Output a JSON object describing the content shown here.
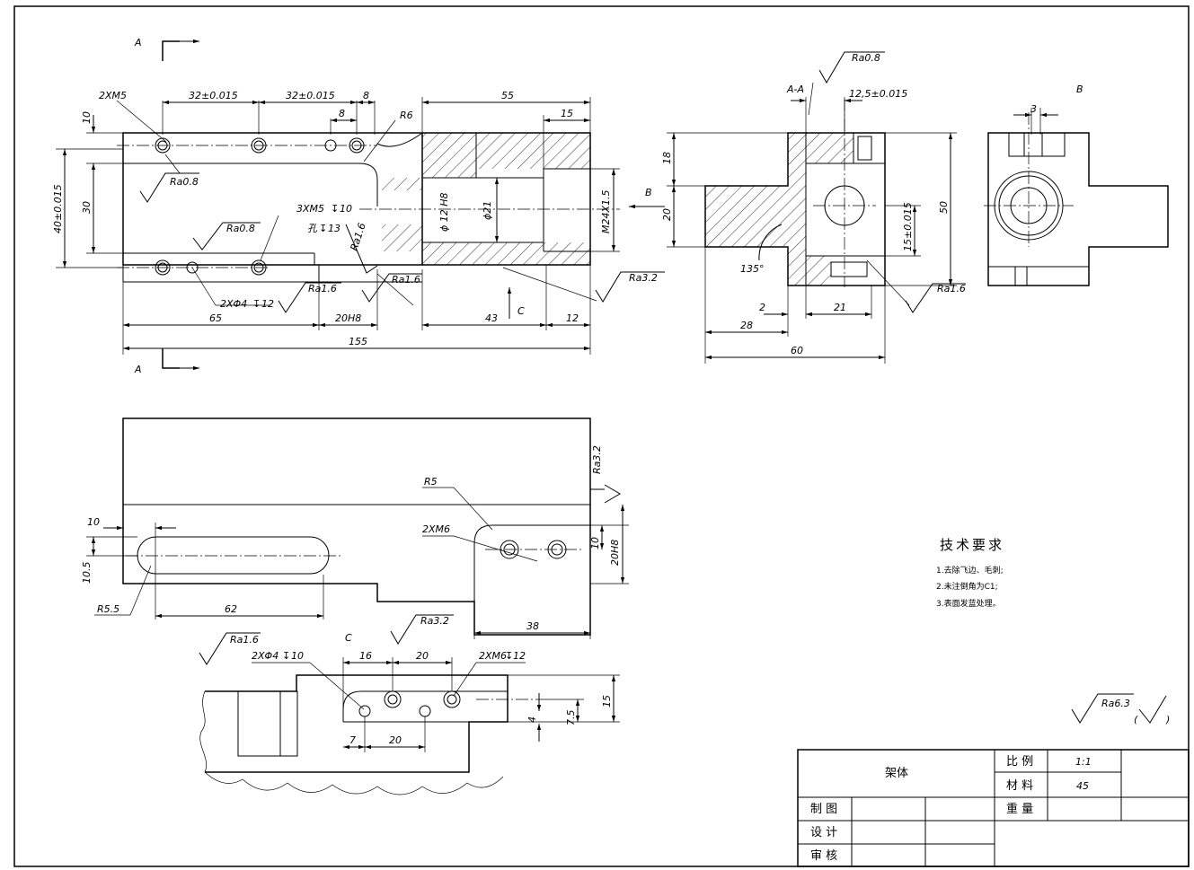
{
  "section_marks": {
    "top": "A",
    "bottom": "A",
    "view_b": "B",
    "section_aa": "A-A",
    "arrow_b": "B",
    "arrow_c": "C",
    "view_c": "C"
  },
  "front_view": {
    "holes_label": "2XM5",
    "dim_32a": "32±0.015",
    "dim_32b": "32±0.015",
    "dim_8a": "8",
    "dim_8b": "8",
    "radius": "R6",
    "dim_55": "55",
    "dim_15": "15",
    "dim_10": "10",
    "dim_40": "40±0.015",
    "dim_30": "30",
    "ra08a": "Ra0.8",
    "ra08b": "Ra0.8",
    "thread_label": "3XM5",
    "thread_depth": "10",
    "hole_label": "孔",
    "hole_depth": "13",
    "ra16v": "Ra1.6",
    "dia12": "ϕ 12 H8",
    "dia21": "ϕ21",
    "thread_m24": "M24X1.5",
    "ra16a": "Ra1.6",
    "ra16b": "Ra1.6",
    "ra32": "Ra3.2",
    "pin_label": "2XΦ4",
    "pin_depth": "12",
    "dim_65": "65",
    "dim_20h8": "20H8",
    "dim_43": "43",
    "dim_12": "12",
    "dim_155": "155"
  },
  "section_view": {
    "ra08": "Ra0.8",
    "dim_125": "12,5±0.015",
    "dim_18": "18",
    "dim_20": "20",
    "dim_50": "50",
    "dim_15": "15±0.015",
    "angle": "135°",
    "dim_2": "2",
    "dim_21": "21",
    "dim_28": "28",
    "dim_60": "60",
    "ra16": "Ra1.6"
  },
  "side_view": {
    "dim_3": "3"
  },
  "bottom_view": {
    "ra32": "Ra3.2",
    "radius": "R5",
    "hole_label": "2XM6",
    "dim_10": "10",
    "dim_20h8": "20H8",
    "dim_10l": "10",
    "dim_105": "10.5",
    "r55": "R5.5",
    "dim_62": "62",
    "dim_38": "38"
  },
  "detail_view": {
    "ra16": "Ra1.6",
    "pin_label": "2XΦ4",
    "pin_depth": "10",
    "ra32": "Ra3.2",
    "dim_16": "16",
    "dim_20a": "20",
    "thread_label": "2XM6",
    "thread_depth": "12",
    "dim_15": "15",
    "dim_75": "7.5",
    "dim_4": "4",
    "dim_7": "7",
    "dim_20b": "20"
  },
  "tech": {
    "title": "技术要求",
    "items": [
      "1.去除飞边、毛刺;",
      "2.未注倒角为C1;",
      "3.表面发蓝处理。"
    ]
  },
  "general_finish": {
    "ra": "Ra6.3",
    "open": "(",
    "close": ")"
  },
  "title_block": {
    "name": "架体",
    "scale_label": "比 例",
    "scale_value": "1:1",
    "material_label": "材 料",
    "material_value": "45",
    "weight_label": "重 量",
    "drawn": "制 图",
    "design": "设 计",
    "check": "审 核"
  }
}
